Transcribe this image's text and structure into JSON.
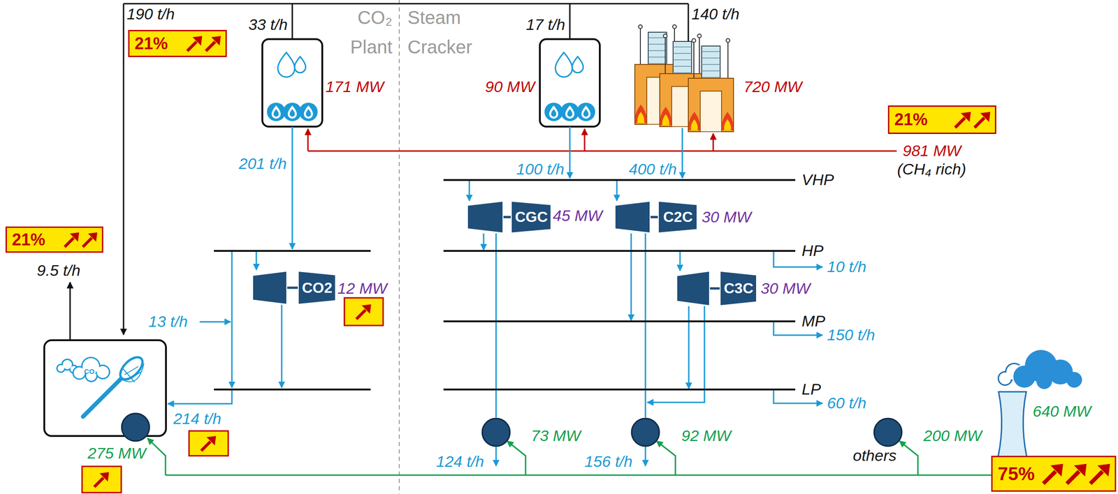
{
  "diagram": {
    "nodes": [
      {
        "text": [
          "21%"
        ]
      },
      {
        "text": [
          "21%"
        ]
      },
      {
        "text": [
          "VHP"
        ]
      },
      {
        "text": [
          "CGC"
        ]
      },
      {
        "text": [
          "C2C"
        ]
      },
      {
        "text": [
          "HP"
        ]
      },
      {
        "text": [
          "21%"
        ]
      },
      {
        "text": [
          "CO2"
        ]
      },
      {
        "text": [
          "C3C"
        ]
      },
      {
        "text": [
          "MP"
        ]
      },
      {
        "text": [
          "LP"
        ]
      },
      {
        "text": [
          "75%"
        ]
      }
    ],
    "edges": [
      {
        "from": 2,
        "to": 3,
        "arrow": "to"
      },
      {
        "from": 3,
        "to": 5,
        "arrow": "to"
      },
      {
        "from": 2,
        "to": 4,
        "arrow": "to"
      },
      {
        "from": 4,
        "to": 9,
        "arrow": "to"
      },
      {
        "from": 5,
        "to": 8,
        "arrow": "to"
      },
      {
        "from": 8,
        "to": 10,
        "arrow": "to"
      }
    ],
    "labels": [
      "190 t/h",
      "33 t/h",
      "CO₂ Plant",
      "Steam Cracker",
      "17 t/h",
      "140 t/h",
      "171 MW",
      "90 MW",
      "720 MW",
      "201 t/h",
      "100 t/h",
      "400 t/h",
      "981 MW",
      "(CH₄ rich)",
      "45 MW",
      "30 MW",
      "9.5 t/h",
      "13 t/h",
      "12 MW",
      "10 t/h",
      "30 MW",
      "150 t/h",
      "60 t/h",
      "214 t/h",
      "73 MW",
      "92 MW",
      "200 MW",
      "640 MW",
      "275 MW",
      "124 t/h",
      "156 t/h",
      "others",
      "CO₂"
    ]
  }
}
